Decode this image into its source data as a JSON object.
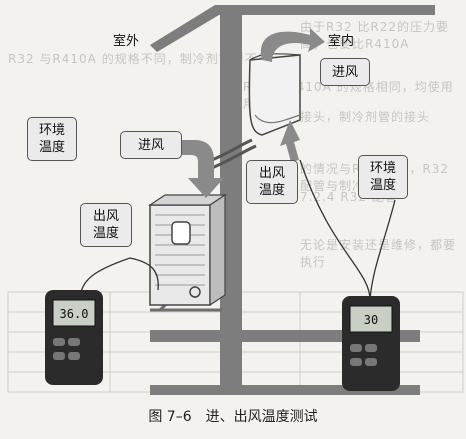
{
  "labels": {
    "outdoor": "室外",
    "indoor": "室内",
    "air_in_indoor": "进风",
    "air_in_outdoor": "进风",
    "outlet_indoor": "出风\n温度",
    "outlet_outdoor": "出风\n温度",
    "ambient_left": "环境\n温度",
    "ambient_right": "环境\n温度"
  },
  "meters": {
    "left_display": "36.0",
    "right_display": "30"
  },
  "background_text": [
    "由于R32 比R22的压力要高，也要比R410A",
    "R32 与R410A 的规格不同，制冷剂管要不能",
    "但R32 与R410A 的规格相同，均使用专用",
    "接头，制冷剂管的接头",
    "的情况与R22 相同，R32 配管与制冷",
    "7.2.4 R32 配管",
    "无论是安装还是维修，都要执行"
  ],
  "caption": "图 7–6　进、出风温度测试",
  "colors": {
    "wall": "#7d7d7d",
    "arrow": "#8a8a8a",
    "label_bg": "#ebebeb",
    "meter_body": "#2b2b2b",
    "meter_screen": "#c9cfc4"
  }
}
